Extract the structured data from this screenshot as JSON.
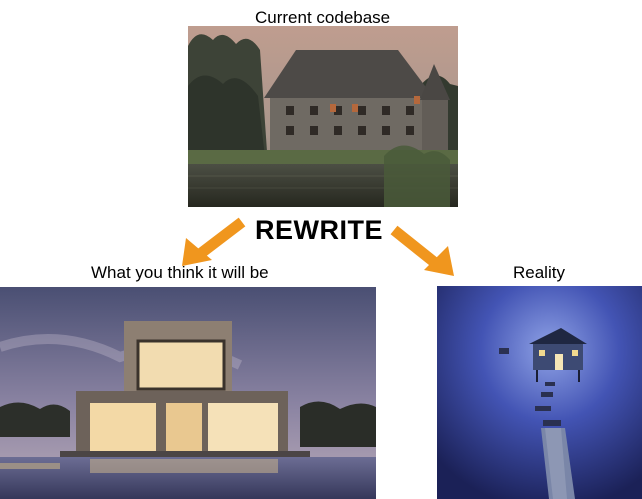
{
  "captions": {
    "top": "Current codebase",
    "center": "REWRITE",
    "left": "What you think it will be",
    "right": "Reality"
  },
  "images": {
    "castle": "old stone castle by a pond",
    "house": "modern illuminated house with pool",
    "reality": "small lit cabin on a rickety pier in blue fog"
  },
  "colors": {
    "arrow": "#f0961e",
    "reality_blue": "#3a4aa8",
    "castle_sky": "#c9a08e"
  },
  "icons": {
    "left_arrow": "arrow-down-left-icon",
    "right_arrow": "arrow-down-right-icon"
  }
}
